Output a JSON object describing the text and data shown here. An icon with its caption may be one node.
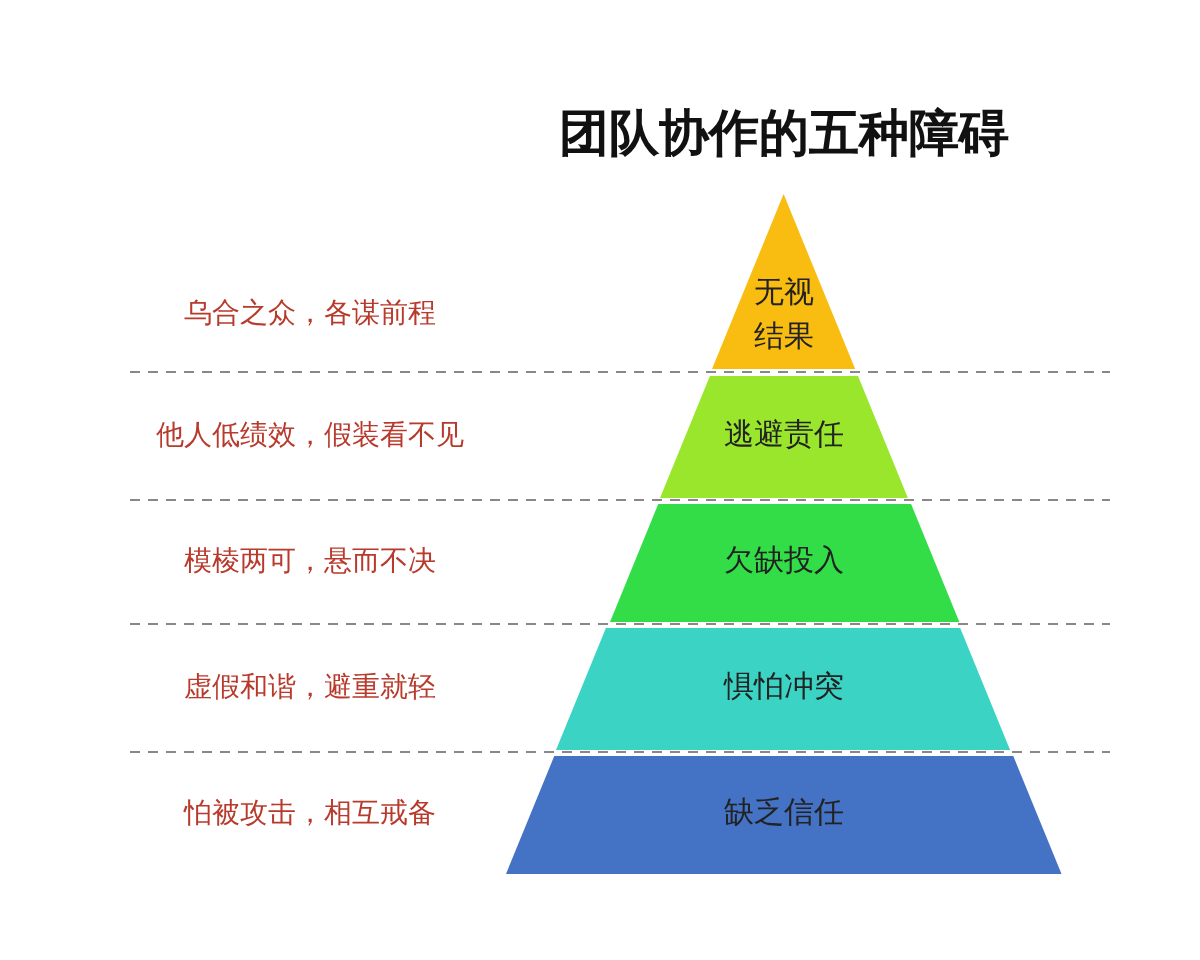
{
  "diagram": {
    "title": "团队协作的五种障碍",
    "nodes": [
      {
        "text": [
          "无视结果"
        ]
      },
      {
        "text": [
          "逃避责任"
        ]
      },
      {
        "text": [
          "欠缺投入"
        ]
      },
      {
        "text": [
          "惧怕冲突"
        ]
      },
      {
        "text": [
          "缺乏信任"
        ]
      }
    ],
    "labels": [
      "乌合之众，各谋前程",
      "他人低绩效，假装看不见",
      "模棱两可，悬而不决",
      "虚假和谐，避重就轻",
      "怕被攻击，相互戒备"
    ]
  }
}
